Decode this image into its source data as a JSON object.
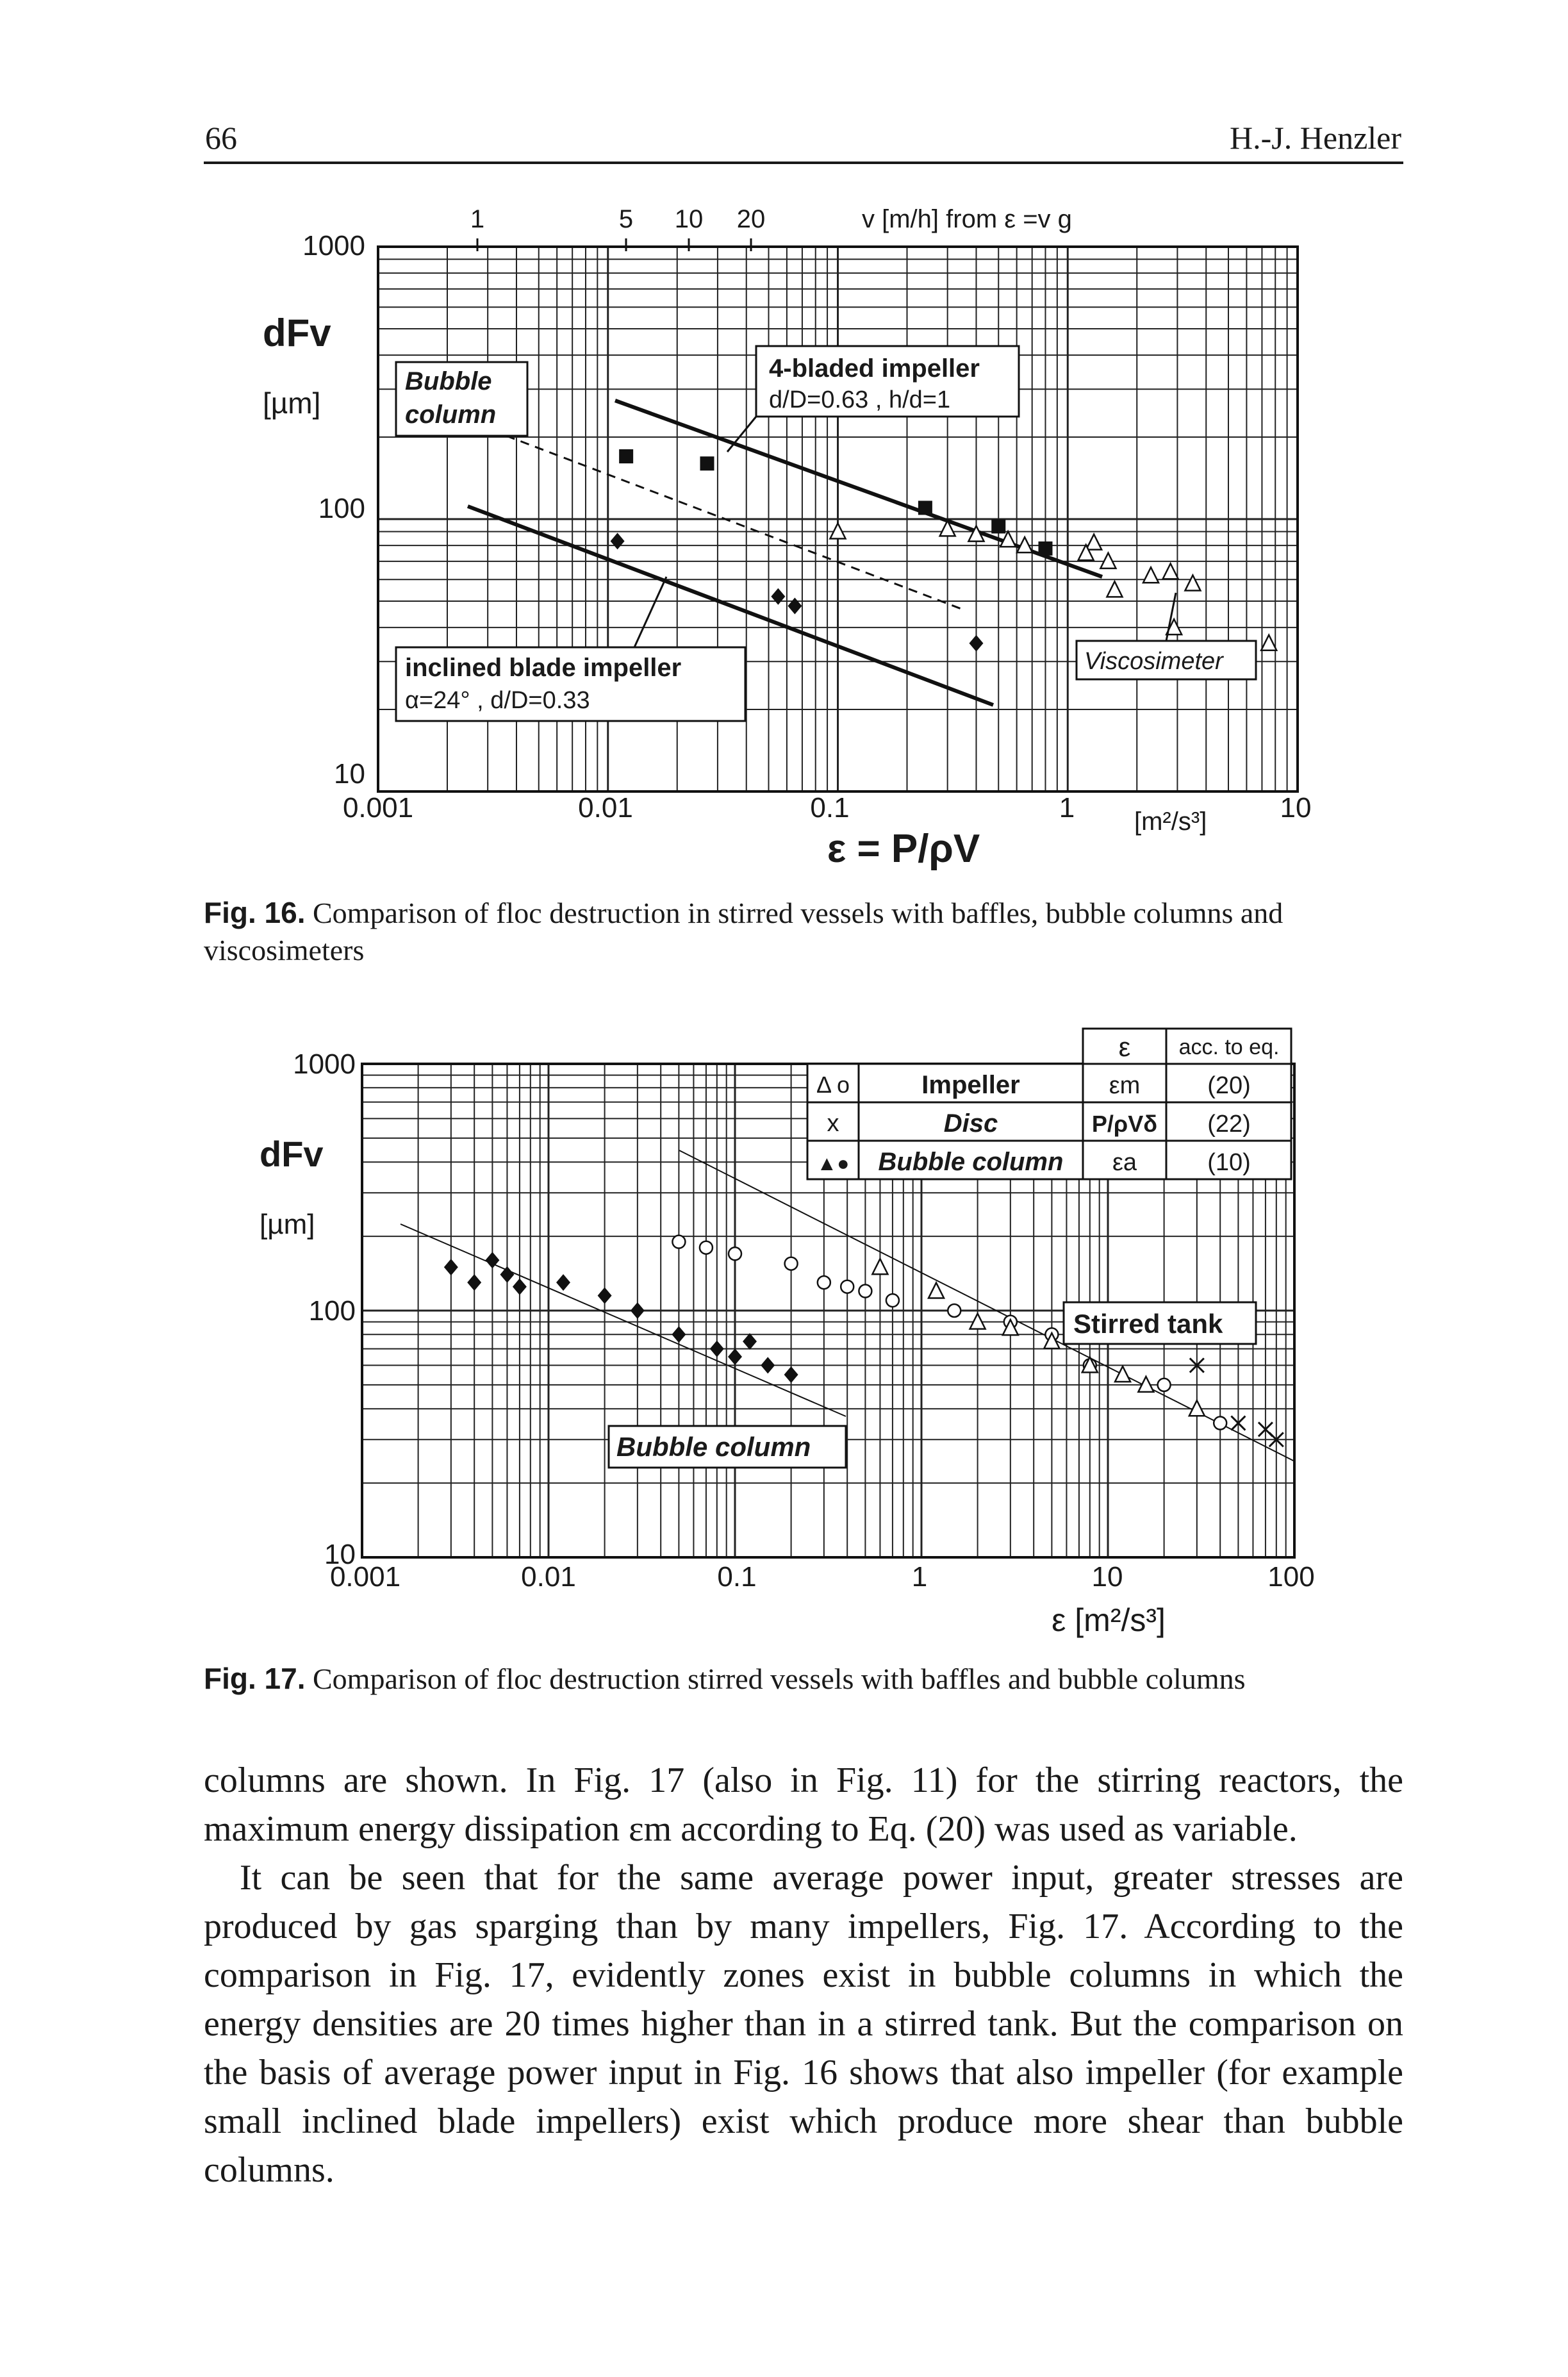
{
  "header": {
    "page_number": "66",
    "author": "H.-J. Henzler"
  },
  "fig16": {
    "caption_label": "Fig. 16.",
    "caption_text": "Comparison of floc destruction in stirred vessels with baffles, bubble columns and viscosimeters",
    "y_label": "dFv",
    "y_unit": "[µm]",
    "x_label": "ε = P/ρV",
    "x_unit": "[m²/s³]",
    "top_axis_label": "v [m/h] from ε =v g",
    "top_ticks": [
      "1",
      "5",
      "10",
      "20"
    ],
    "y_ticks": [
      "1000",
      "100",
      "10"
    ],
    "x_ticks": [
      "0.001",
      "0.01",
      "0.1",
      "1",
      "10"
    ],
    "box_bubble": [
      "Bubble",
      "column"
    ],
    "box_4blade": [
      "4-bladed impeller",
      "d/D=0.63 , h/d=1"
    ],
    "box_inclined": [
      "inclined blade impeller",
      "α=24° , d/D=0.33"
    ],
    "box_viscosimeter": "Viscosimeter"
  },
  "fig17": {
    "caption_label": "Fig. 17.",
    "caption_text": "Comparison of floc destruction stirred vessels with baffles and bubble columns",
    "y_label": "dFv",
    "y_unit": "[µm]",
    "x_label": "ε [m²/s³]",
    "y_ticks": [
      "1000",
      "100",
      "10"
    ],
    "x_ticks": [
      "0.001",
      "0.01",
      "0.1",
      "1",
      "10",
      "100"
    ],
    "box_stirred": "Stirred tank",
    "box_bubble": "Bubble column",
    "legend": {
      "head": [
        "ε",
        "acc. to eq."
      ],
      "rows": [
        {
          "symbol": "Δ o",
          "name": "Impeller",
          "eps": "εm",
          "eq": "(20)"
        },
        {
          "symbol": "x",
          "name": "Disc",
          "eps": "P/ρVδ",
          "eq": "(22)"
        },
        {
          "symbol": "▲●",
          "name": "Bubble column",
          "eps": "εa",
          "eq": "(10)"
        }
      ]
    }
  },
  "body": {
    "p1": "columns are shown. In Fig. 17 (also in Fig. 11) for the stirring reactors, the maximum energy dissipation εm according to Eq. (20) was used as variable.",
    "p2": "It can be seen that for the same average power input, greater stresses are produced by gas sparging than by many impellers, Fig. 17. According to the comparison in Fig. 17, evidently zones exist in bubble columns in which the energy densities are 20 times higher than in a stirred tank. But the comparison on the basis of average power input in Fig. 16 shows that also impeller (for example small inclined blade impellers) exist which produce more shear than bubble columns."
  },
  "chart_data": [
    {
      "type": "scatter",
      "title": "",
      "xlabel": "ε = P/ρV [m²/s³]",
      "ylabel": "dFv [µm]",
      "x_scale": "log",
      "y_scale": "log",
      "xlim": [
        0.001,
        10
      ],
      "ylim": [
        10,
        1000
      ],
      "grid": true,
      "series": [
        {
          "name": "4-bladed impeller",
          "marker": "square-filled",
          "points": [
            [
              0.012,
              170
            ],
            [
              0.027,
              160
            ],
            [
              0.24,
              110
            ],
            [
              0.5,
              94
            ],
            [
              0.8,
              78
            ]
          ]
        },
        {
          "name": "inclined blade impeller",
          "marker": "diamond-filled",
          "points": [
            [
              0.011,
              83
            ],
            [
              0.055,
              52
            ],
            [
              0.065,
              48
            ],
            [
              0.4,
              35
            ]
          ]
        },
        {
          "name": "Bubble column",
          "marker": "triangle-open",
          "points": [
            [
              0.1,
              90
            ],
            [
              0.3,
              92
            ],
            [
              0.4,
              88
            ],
            [
              0.55,
              84
            ],
            [
              0.65,
              80
            ],
            [
              1.3,
              82
            ],
            [
              1.5,
              70
            ],
            [
              2.3,
              62
            ],
            [
              2.8,
              64
            ],
            [
              3.5,
              58
            ]
          ]
        },
        {
          "name": "Viscosimeter",
          "marker": "triangle-open",
          "points": [
            [
              1.2,
              75
            ],
            [
              1.6,
              55
            ],
            [
              2.9,
              40
            ],
            [
              7.5,
              35
            ]
          ]
        }
      ]
    },
    {
      "type": "scatter",
      "title": "",
      "xlabel": "ε [m²/s³]",
      "ylabel": "dFv [µm]",
      "x_scale": "log",
      "y_scale": "log",
      "xlim": [
        0.001,
        100
      ],
      "ylim": [
        10,
        1000
      ],
      "grid": true,
      "series": [
        {
          "name": "Bubble column",
          "marker": "diamond-filled",
          "points": [
            [
              0.003,
              150
            ],
            [
              0.004,
              130
            ],
            [
              0.005,
              160
            ],
            [
              0.006,
              140
            ],
            [
              0.007,
              125
            ],
            [
              0.012,
              130
            ],
            [
              0.02,
              115
            ],
            [
              0.03,
              100
            ],
            [
              0.05,
              80
            ],
            [
              0.08,
              70
            ],
            [
              0.1,
              65
            ],
            [
              0.12,
              75
            ],
            [
              0.15,
              60
            ],
            [
              0.2,
              55
            ]
          ]
        },
        {
          "name": "Impeller",
          "marker": "circle-open",
          "points": [
            [
              0.05,
              190
            ],
            [
              0.07,
              180
            ],
            [
              0.1,
              170
            ],
            [
              0.2,
              155
            ],
            [
              0.3,
              130
            ],
            [
              0.4,
              125
            ],
            [
              0.5,
              120
            ],
            [
              0.7,
              110
            ],
            [
              1.5,
              100
            ],
            [
              3,
              90
            ],
            [
              5,
              80
            ],
            [
              8,
              60
            ],
            [
              20,
              50
            ],
            [
              40,
              35
            ]
          ]
        },
        {
          "name": "Impeller",
          "marker": "triangle-open",
          "points": [
            [
              0.6,
              150
            ],
            [
              1.2,
              120
            ],
            [
              2,
              90
            ],
            [
              3,
              85
            ],
            [
              5,
              75
            ],
            [
              8,
              60
            ],
            [
              12,
              55
            ],
            [
              16,
              50
            ],
            [
              30,
              40
            ]
          ]
        },
        {
          "name": "Disc",
          "marker": "x",
          "points": [
            [
              30,
              60
            ],
            [
              50,
              35
            ],
            [
              70,
              33
            ],
            [
              80,
              30
            ]
          ]
        }
      ]
    }
  ]
}
